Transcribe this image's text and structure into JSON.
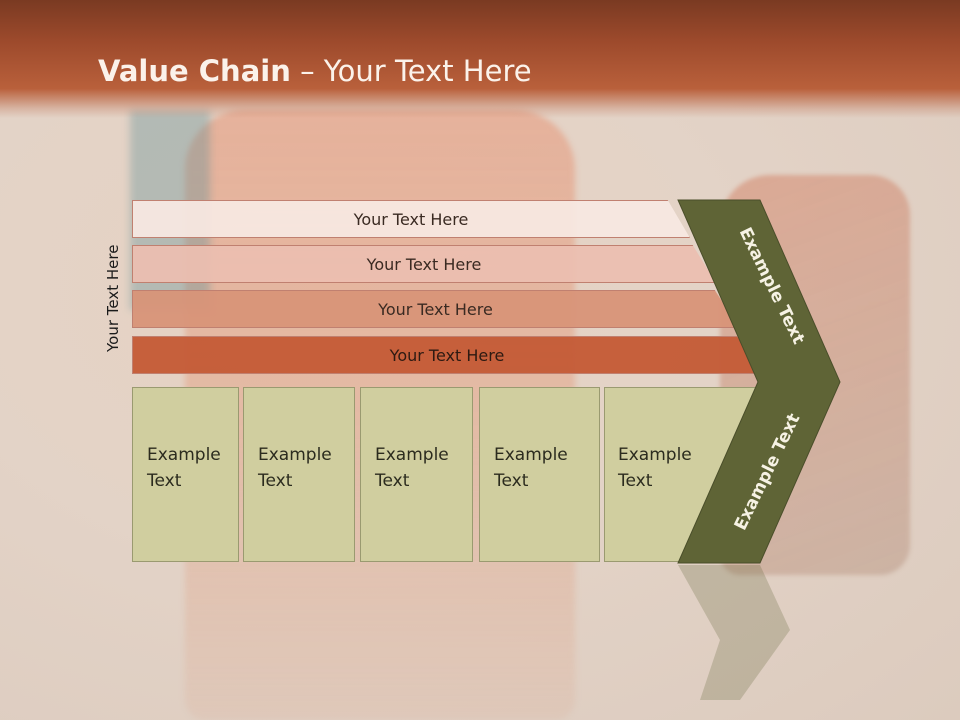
{
  "title": {
    "bold": "Value Chain",
    "rest": " – Your Text Here"
  },
  "side_label": "Your Text Here",
  "bars": [
    "Your Text Here",
    "Your Text Here",
    "Your Text Here",
    "Your Text Here"
  ],
  "boxes": [
    {
      "line1": "Example",
      "line2": "Text"
    },
    {
      "line1": "Example",
      "line2": "Text"
    },
    {
      "line1": "Example",
      "line2": "Text"
    },
    {
      "line1": "Example",
      "line2": "Text"
    },
    {
      "line1": "Example",
      "line2": "Text"
    }
  ],
  "chevron": {
    "upper": "Example Text",
    "lower": "Example Text"
  },
  "colors": {
    "header": "#9d4a2c",
    "box": "#d0ce9f",
    "chevron": "#5f6436"
  }
}
